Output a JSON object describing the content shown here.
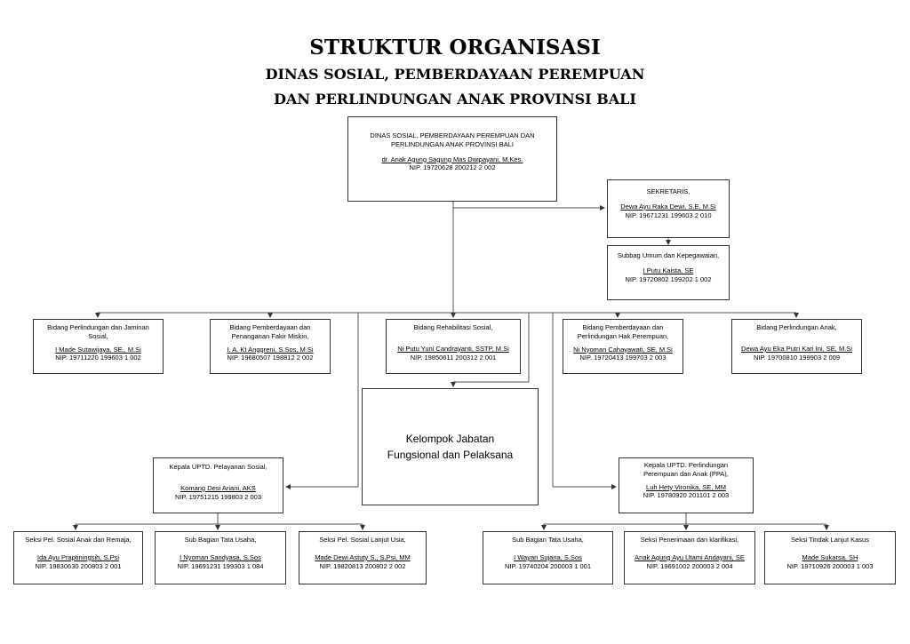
{
  "title": {
    "line1": "STRUKTUR ORGANISASI",
    "line2": "DINAS SOSIAL, PEMBERDAYAAN PEREMPUAN",
    "line3": "DAN PERLINDUNGAN ANAK PROVINSI BALI"
  },
  "kepala": {
    "unit_line1": "DINAS SOSIAL, PEMBERDAYAAN PEREMPUAN DAN",
    "unit_line2": "PERLINDUNGAN ANAK PROVINSI BALI",
    "name": "dr. Anak Agung Sagung Mas Dwipayani, M.Kes.",
    "nip": "NIP. 19720628 200212 2 002"
  },
  "sekretaris": {
    "title": "SEKRETARIS,",
    "name": "Dewa Ayu Raka Dewi, S.E, M.Si",
    "nip": "NIP. 19671231 199603 2 010"
  },
  "subbag_umum": {
    "title": "Subbag Umum dan Kepegawaian,",
    "name": "I Putu Kaista, SE",
    "nip": "NIP. 19720802 199202 1 002"
  },
  "bidang": [
    {
      "title_line1": "Bidang Perlindungan dan Jaminan",
      "title_line2": "Sosial,",
      "name": "I Made Sutawijaya, SE., M.Si",
      "nip": "NIP. 19711220 199603 1 002"
    },
    {
      "title_line1": "Bidang Pemberdayaan dan",
      "title_line2": "Penanganan Fakir Miskin,",
      "name": "I. A. Kt Anggreni, S.Sos, M.Si",
      "nip": "NIP. 19680507 198812 2 002"
    },
    {
      "title_line1": "Bidang Rehabilitasi Sosial,",
      "title_line2": "",
      "name": "Ni Putu Yuni Candrayanti, SSTP, M.Si",
      "nip": "NIP. 19850611 200312 2 001"
    },
    {
      "title_line1": "Bidang Pemberdayaan dan",
      "title_line2": "Perlindungan Hak Perempuan,",
      "name": "Ni Nyoman Cahayawati, SE, M.Si",
      "nip": "NIP. 19720413 199703 2 003"
    },
    {
      "title_line1": "Bidang Perlindungan Anak,",
      "title_line2": "",
      "name": "Dewa Ayu Eka Putri Kari Ini, SE, M.Si",
      "nip": "NIP. 19700810 199903 2 009"
    }
  ],
  "fungsional": {
    "line1": "Kelompok Jabatan",
    "line2": "Fungsional dan Pelaksana"
  },
  "uptd_sosial": {
    "title": "Kepala UPTD. Pelayanan Sosial,",
    "name": "Komang Desi Ariani, AKS",
    "nip": "NIP. 19751215 199803 2 003"
  },
  "uptd_ppa": {
    "title_line1": "Kepala UPTD. Perlindungan",
    "title_line2": "Perempuan dan Anak (PPA),",
    "name": "Luh Hety Vironika, SE, MM",
    "nip": "NIP. 19780920 201101 2 003"
  },
  "seksi_sosial": [
    {
      "title": "Seksi Pel. Sosial Anak dan Remaja,",
      "name": "Ida Ayu Praptiningsih, S.Psi",
      "nip": "NIP. 19830630 200803 2 001"
    },
    {
      "title": "Sub Bagian Tata Usaha,",
      "name": "I Nyoman Sandyasa, S.Sos",
      "nip": "NIP. 19691231 199303 1 084"
    },
    {
      "title": "Seksi Pel. Sosial Lanjut Usia,",
      "name": "Made Dewi Astuty S., S.Psi, MM",
      "nip": "NIP. 19820813 200802 2 002"
    }
  ],
  "seksi_ppa": [
    {
      "title": "Sub Bagian Tata Usaha,",
      "name": "I Wayan Sujana, S.Sos",
      "nip": "NIP. 19740204 200003 1 001"
    },
    {
      "title": "Seksi Penerimaan dan klarifikasi,",
      "name": "Anak Agung Ayu Utami Andayani, SE",
      "nip": "NIP. 19691002 200003 2 004"
    },
    {
      "title": "Seksi Tindak Lanjut Kasus",
      "name": "Made Sukarsa, SH",
      "nip": "NIP. 19710926 200003 1 003"
    }
  ]
}
